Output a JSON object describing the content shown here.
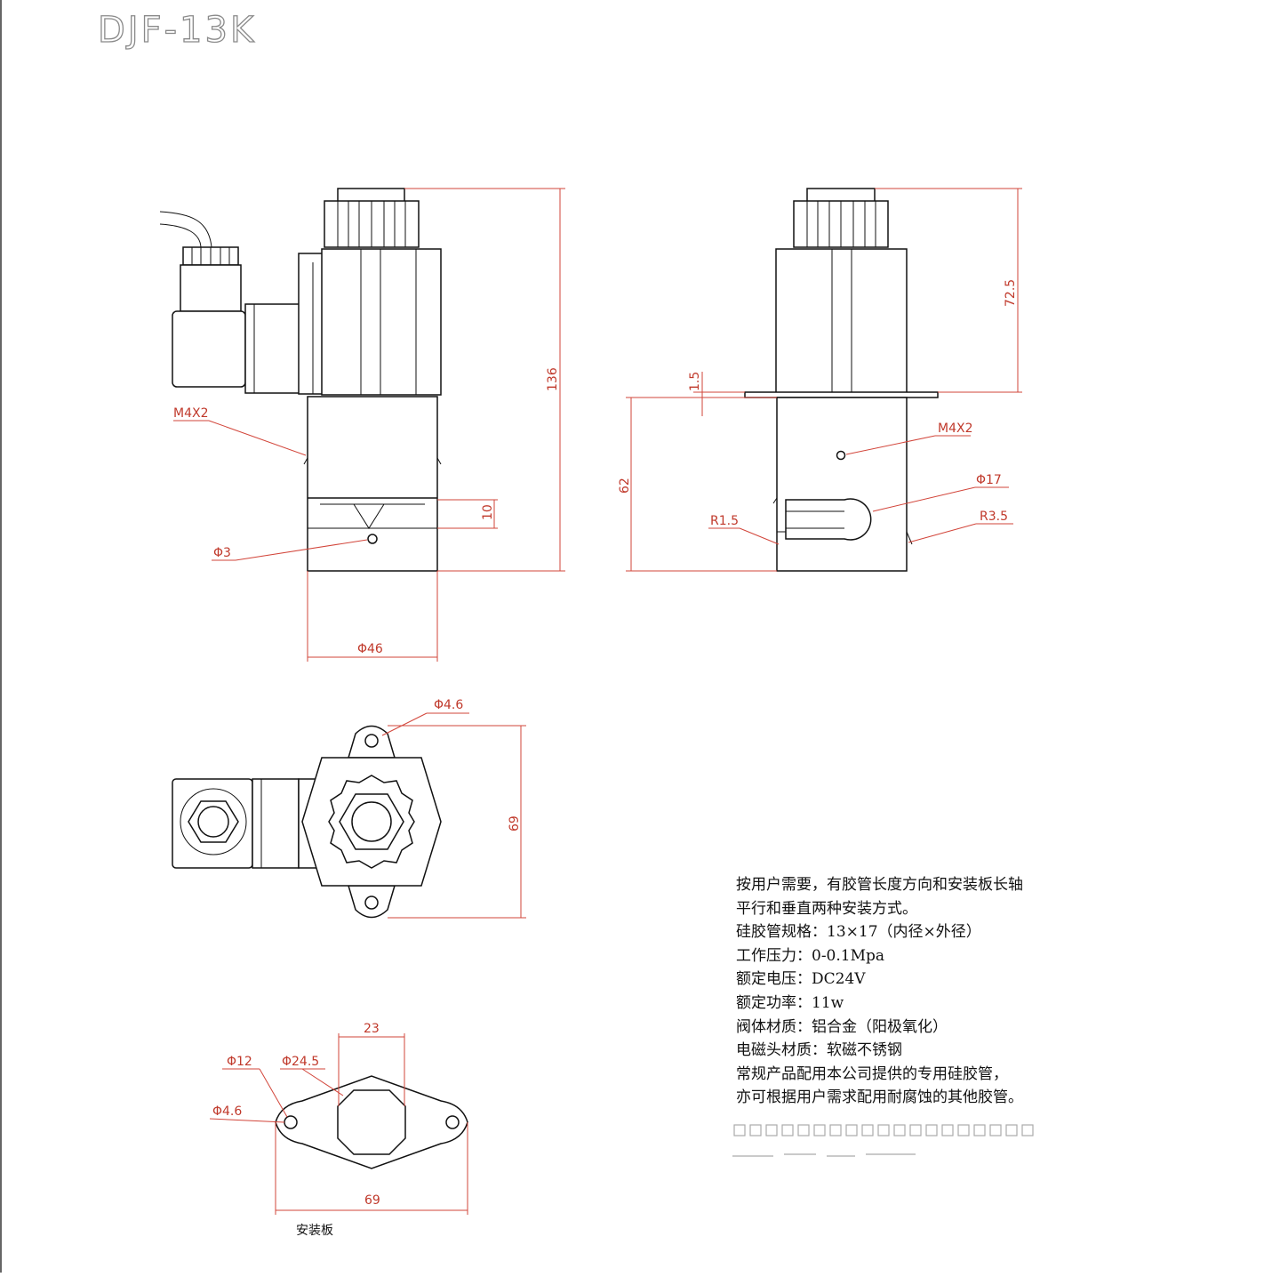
{
  "title": "DJF-13K",
  "dimensions": {
    "front_height": "136",
    "front_m4x2": "M4X2",
    "front_gap": "10",
    "front_hole": "Φ3",
    "front_diameter": "Φ46",
    "side_upper": "72.5",
    "side_flange": "1.5",
    "side_lower": "62",
    "side_m4x2": "M4X2",
    "side_slot": "Φ17",
    "side_r_left": "R1.5",
    "side_r_right": "R3.5",
    "top_hole": "Φ4.6",
    "top_height": "69",
    "plate_width_top": "23",
    "plate_inner": "Φ12",
    "plate_outer": "Φ24.5",
    "plate_hole": "Φ4.6",
    "plate_length": "69"
  },
  "plate_label": "安装板",
  "notes": [
    "按用户需要，有胶管长度方向和安装板长轴",
    "平行和垂直两种安装方式。",
    "硅胶管规格：13×17（内径×外径）",
    "工作压力：0-0.1Mpa",
    "额定电压：DC24V",
    "额定功率：11w",
    "阀体材质：铝合金（阳极氧化）",
    "电磁头材质：软磁不锈钢",
    "常规产品配用本公司提供的专用硅胶管，",
    "亦可根据用户需求配用耐腐蚀的其他胶管。"
  ],
  "colors": {
    "dimension": "#d2453a",
    "outline": "#111111",
    "title": "#8a8a8a"
  }
}
